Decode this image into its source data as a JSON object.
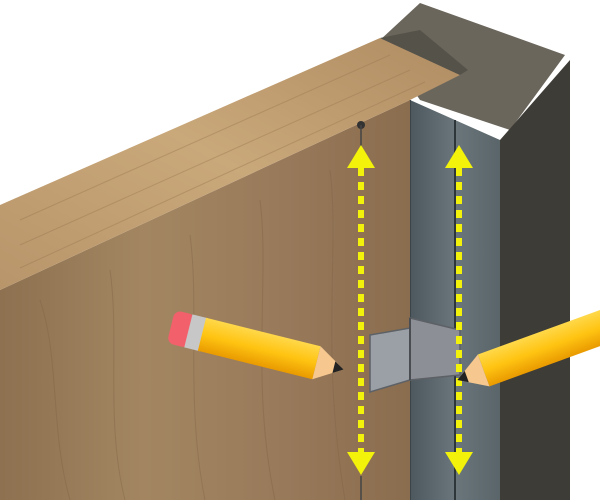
{
  "diagram": {
    "parts": [
      {
        "name": "wood-panel",
        "material": "wood"
      },
      {
        "name": "wood-panel-top-edge",
        "material": "wood"
      },
      {
        "name": "steel-post",
        "material": "metal"
      },
      {
        "name": "angle-bracket",
        "material": "metal"
      }
    ],
    "markers": [
      {
        "name": "marking-line-left",
        "style": "dotted-double-arrow",
        "color": "#f2f20a"
      },
      {
        "name": "marking-line-right",
        "style": "dotted-double-arrow",
        "color": "#f2f20a"
      }
    ],
    "tools": [
      {
        "name": "pencil-left-icon",
        "icon": "pencil"
      },
      {
        "name": "pencil-right-icon",
        "icon": "pencil"
      }
    ],
    "colors": {
      "marker_yellow": "#f2f20a",
      "wood_light": "#a0825e",
      "wood_dark": "#8a6e4c",
      "post_front": "#5a6468",
      "post_side": "#3e3c36",
      "post_top": "#6b665c",
      "bracket": "#8c9096",
      "pencil_body": "#ffc412",
      "pencil_eraser": "#f2616b"
    }
  }
}
